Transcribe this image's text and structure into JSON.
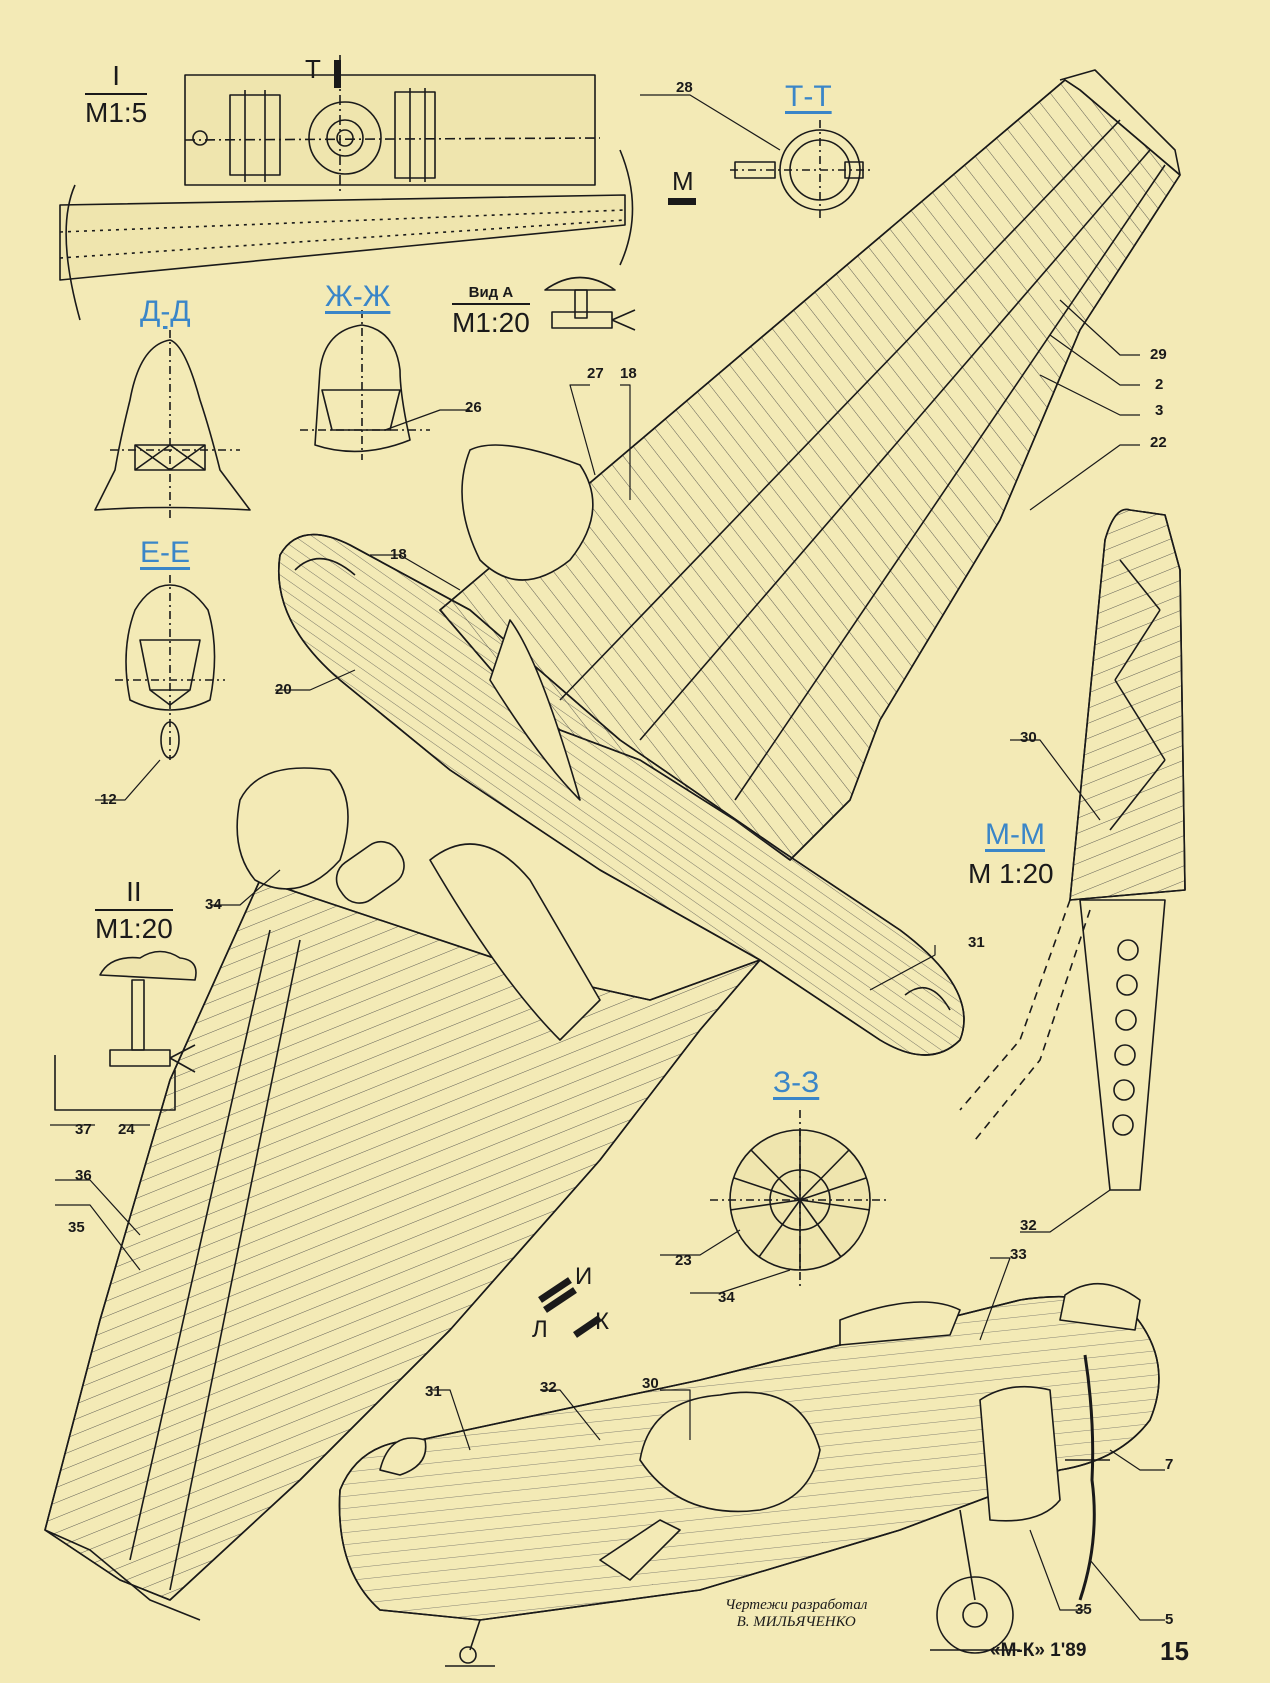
{
  "sections": {
    "tt": "Т-Т",
    "dd": "Д-Д",
    "zhzh": "Ж-Ж",
    "ee": "Е-Е",
    "mm": "М-М",
    "zz": "З-З"
  },
  "scales": {
    "detail_i": {
      "num": "I",
      "den": "М1:5"
    },
    "detail_ii": {
      "num": "II",
      "den": "М1:20"
    },
    "view_a": {
      "num": "Вид А",
      "den": "М1:20"
    },
    "mm": "М 1:20"
  },
  "marks": {
    "t": "Т",
    "m": "М",
    "l": "Л",
    "i": "И",
    "k": "К"
  },
  "callouts": [
    "28",
    "29",
    "2",
    "3",
    "22",
    "27",
    "18",
    "18",
    "26",
    "20",
    "12",
    "30",
    "34",
    "31",
    "37",
    "24",
    "36",
    "35",
    "23",
    "34",
    "32",
    "33",
    "30",
    "32",
    "31",
    "7",
    "35",
    "5"
  ],
  "credit": {
    "line1": "Чертежи разработал",
    "line2": "В. МИЛЬЯЧЕНКО"
  },
  "footer": {
    "journal": "«М-К» 1'89",
    "page": "15"
  },
  "colors": {
    "paper": "#f3eab6",
    "ink": "#1a1a1a",
    "section_blue": "#3a86c8"
  }
}
